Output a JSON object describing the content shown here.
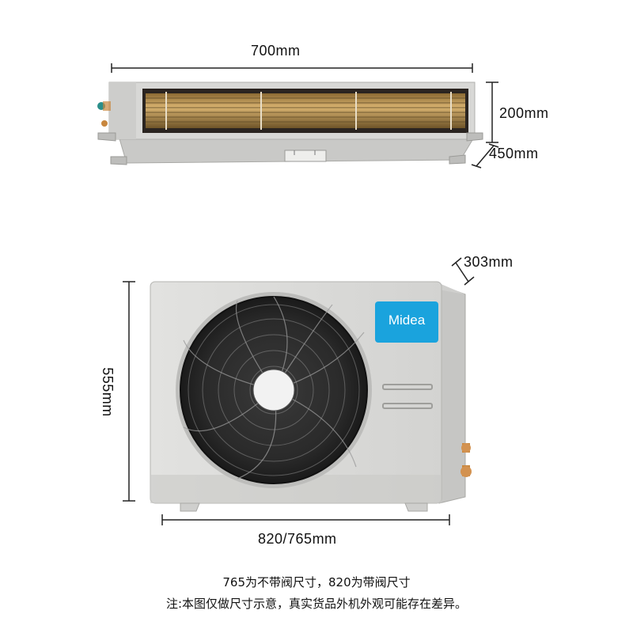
{
  "indoor_unit": {
    "width_label": "700mm",
    "height_label": "200mm",
    "depth_label": "450mm"
  },
  "outdoor_unit": {
    "brand": "Midea",
    "depth_label": "303mm",
    "height_label": "555mm",
    "width_label": "820/765mm"
  },
  "notes": {
    "line1": "765为不带阀尺寸，820为带阀尺寸",
    "line2": "注:本图仅做尺寸示意，真实货品外机外观可能存在差异。"
  },
  "colors": {
    "unit_body": "#d9d9d7",
    "unit_shadow": "#b9b9b6",
    "copper": "#c8873e",
    "brand_blue": "#1aa3dd",
    "dimension_line": "#222222"
  }
}
